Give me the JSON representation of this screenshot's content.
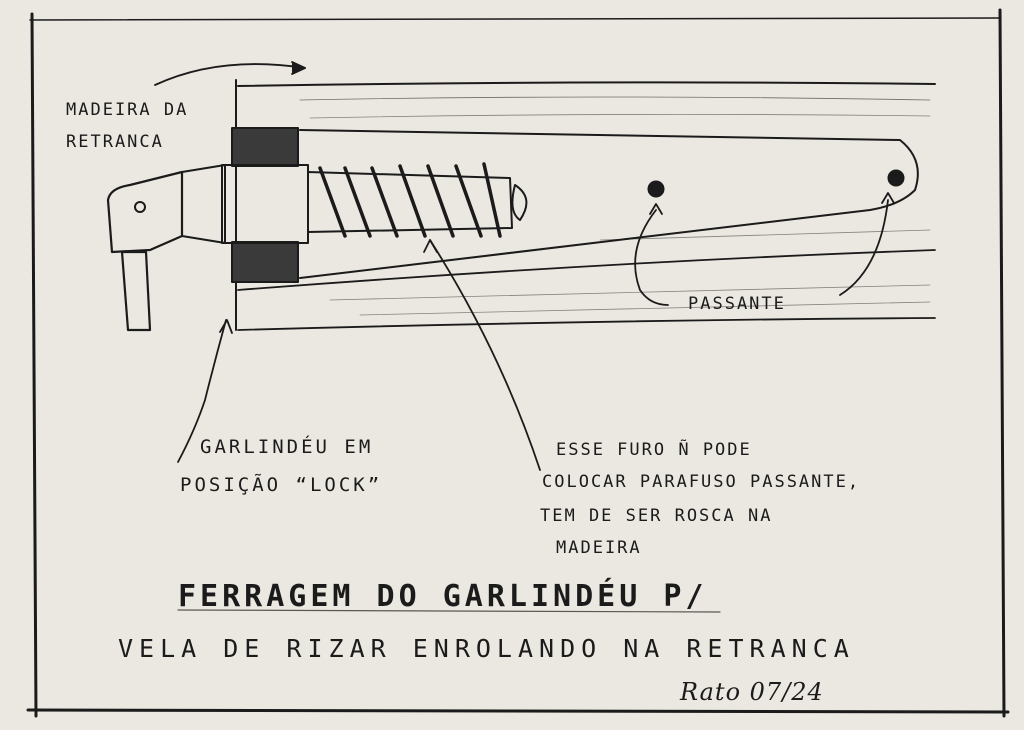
{
  "labels": {
    "boom_wood": [
      "MADEIRA DA",
      "RETRANCA"
    ],
    "through_hole": "PASSANTE",
    "lock_position": [
      "GARLINDÉU EM",
      "POSIÇÃO “LOCK”"
    ],
    "hole_note": [
      "ESSE FURO Ñ PODE",
      "COLOCAR PARAFUSO PASSANTE,",
      "TEM DE SER ROSCA NA",
      "MADEIRA"
    ]
  },
  "title": {
    "line1": "FERRAGEM DO GARLINDÉU P/",
    "line2": "VELA DE RIZAR ENROLANDO NA RETRANCA"
  },
  "signature": "Rato 07/24",
  "colors": {
    "paper": "#ebe8e1",
    "ink": "#1b1b1b",
    "wood_block": "#3a3a3a"
  }
}
